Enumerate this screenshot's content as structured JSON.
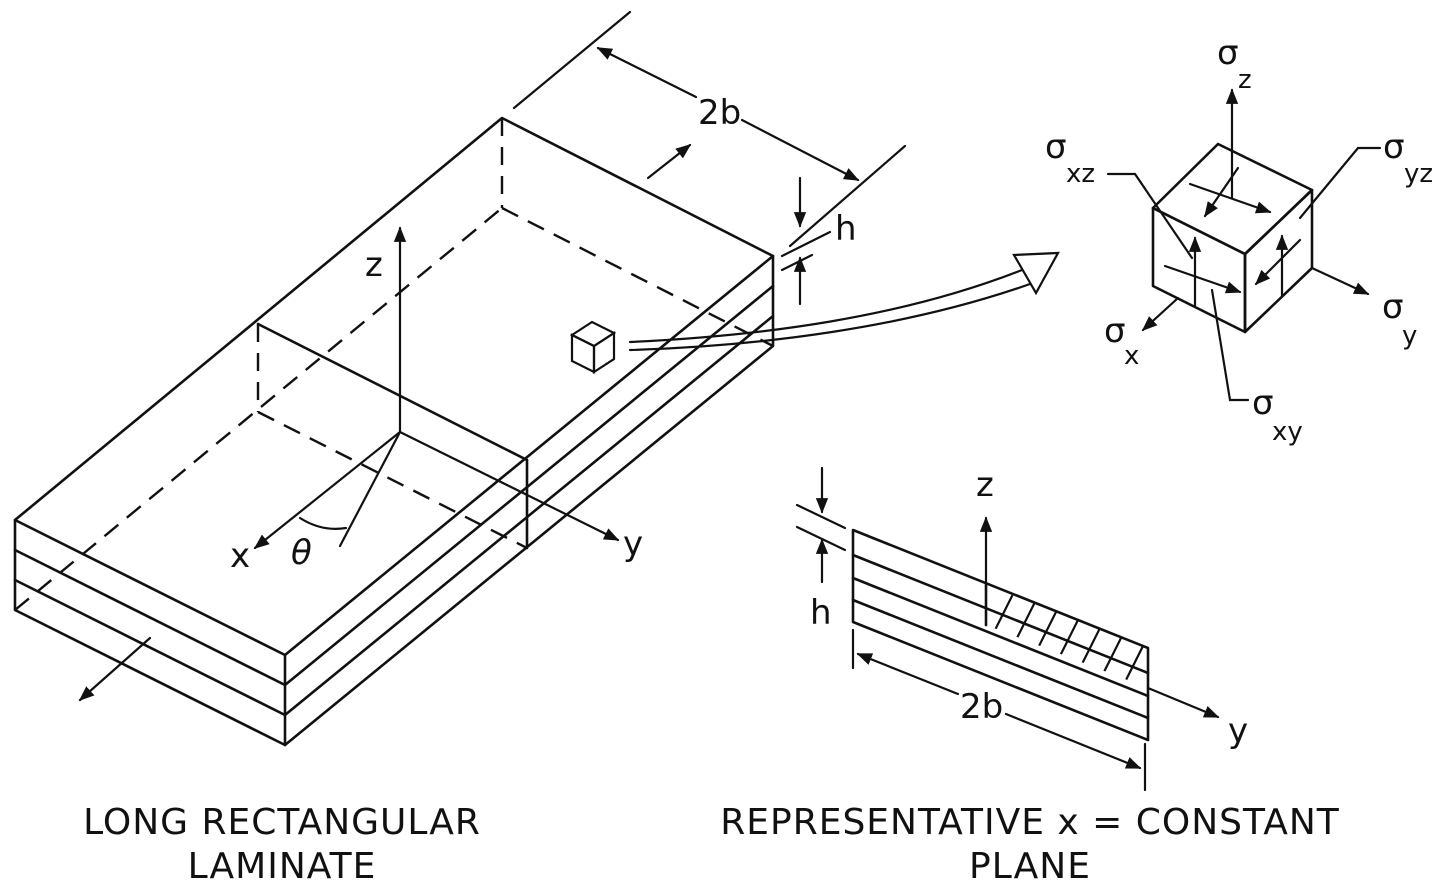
{
  "laminate": {
    "width_label": "2b",
    "thickness_label": "h",
    "axis_z": "z",
    "axis_x": "x",
    "axis_y": "y",
    "angle": "θ"
  },
  "stress_element": {
    "sigma": "σ",
    "sub_z": "z",
    "sub_xz": "xz",
    "sub_yz": "yz",
    "sub_x": "x",
    "sub_y": "y",
    "sub_xy": "xy"
  },
  "section": {
    "axis_z": "z",
    "axis_y": "y",
    "thickness_label": "h",
    "width_label": "2b"
  },
  "captions": {
    "left_line1": "LONG RECTANGULAR",
    "left_line2": "LAMINATE",
    "right_line1": "REPRESENTATIVE x = CONSTANT",
    "right_line2": "PLANE"
  }
}
